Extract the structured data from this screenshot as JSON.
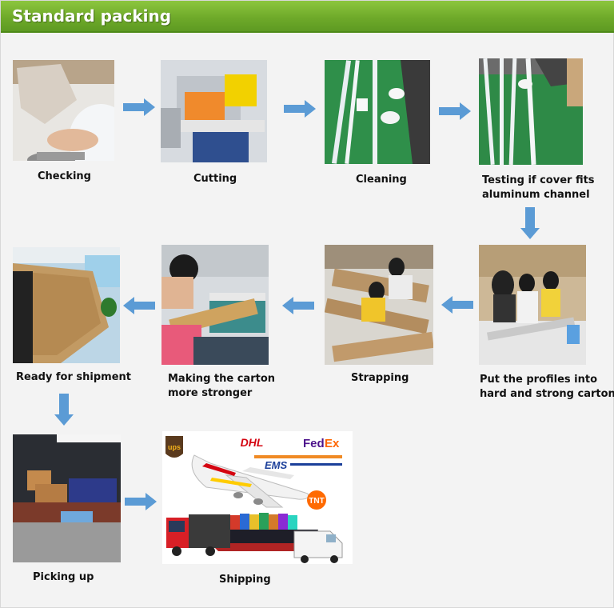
{
  "header": {
    "title": "Standard packing"
  },
  "steps": {
    "checking": "Checking",
    "cutting": "Cutting",
    "cleaning": "Cleaning",
    "testing_line1": "Testing if cover fits",
    "testing_line2": "aluminum channel",
    "profiles_line1": "Put the profiles into",
    "profiles_line2": "hard and strong carton",
    "strapping": "Strapping",
    "carton_line1": "Making the carton",
    "carton_line2": "more stronger",
    "ready": "Ready for shipment",
    "picking": "Picking up",
    "shipping": "Shipping"
  },
  "logos": {
    "ups": "ups",
    "dhl": "DHL",
    "fedex_fed": "Fed",
    "fedex_ex": "Ex",
    "ems": "EMS",
    "tnt": "TNT"
  },
  "colors": {
    "header_green": "#6faa2a",
    "arrow_blue": "#5b9bd5",
    "dhl_red": "#d40511",
    "fedex_purple": "#4d148c",
    "fedex_orange": "#ff6600",
    "ups_brown": "#5a3a1e",
    "ups_gold": "#f4b21b"
  },
  "icons": {
    "flow_arrow": "arrow-icon"
  }
}
